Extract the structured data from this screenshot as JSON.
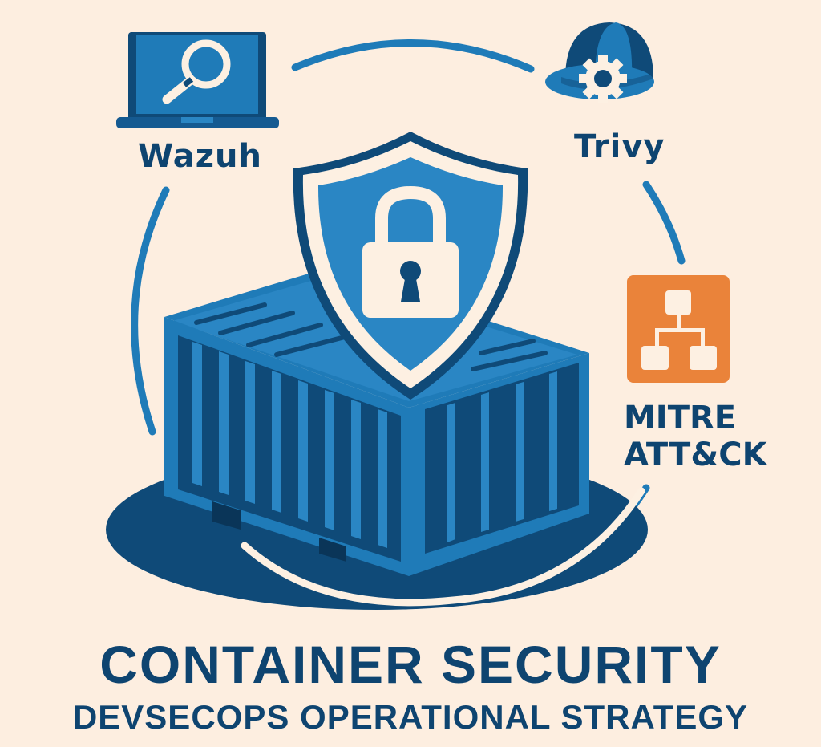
{
  "colors": {
    "background": "#fdeee0",
    "navy": "#0e4470",
    "blue": "#1f7bb8",
    "mid_blue": "#2a86c4",
    "dark_blue": "#0f4a78",
    "orange": "#ea833a",
    "cream": "#fdf0e2"
  },
  "nodes": {
    "wazuh": {
      "label": "Wazuh",
      "icon": "laptop-magnifier-icon"
    },
    "trivy": {
      "label": "Trivy",
      "icon": "hardhat-gear-icon"
    },
    "mitre": {
      "label_line1": "MITRE",
      "label_line2": "ATT&CK",
      "icon": "hierarchy-tree-icon"
    }
  },
  "center": {
    "icon": "shield-lock-icon",
    "base": "shipping-container-icon"
  },
  "footer": {
    "title": "CONTAINER SECURITY",
    "subtitle": "DEVSECOPS OPERATIONAL STRATEGY"
  }
}
